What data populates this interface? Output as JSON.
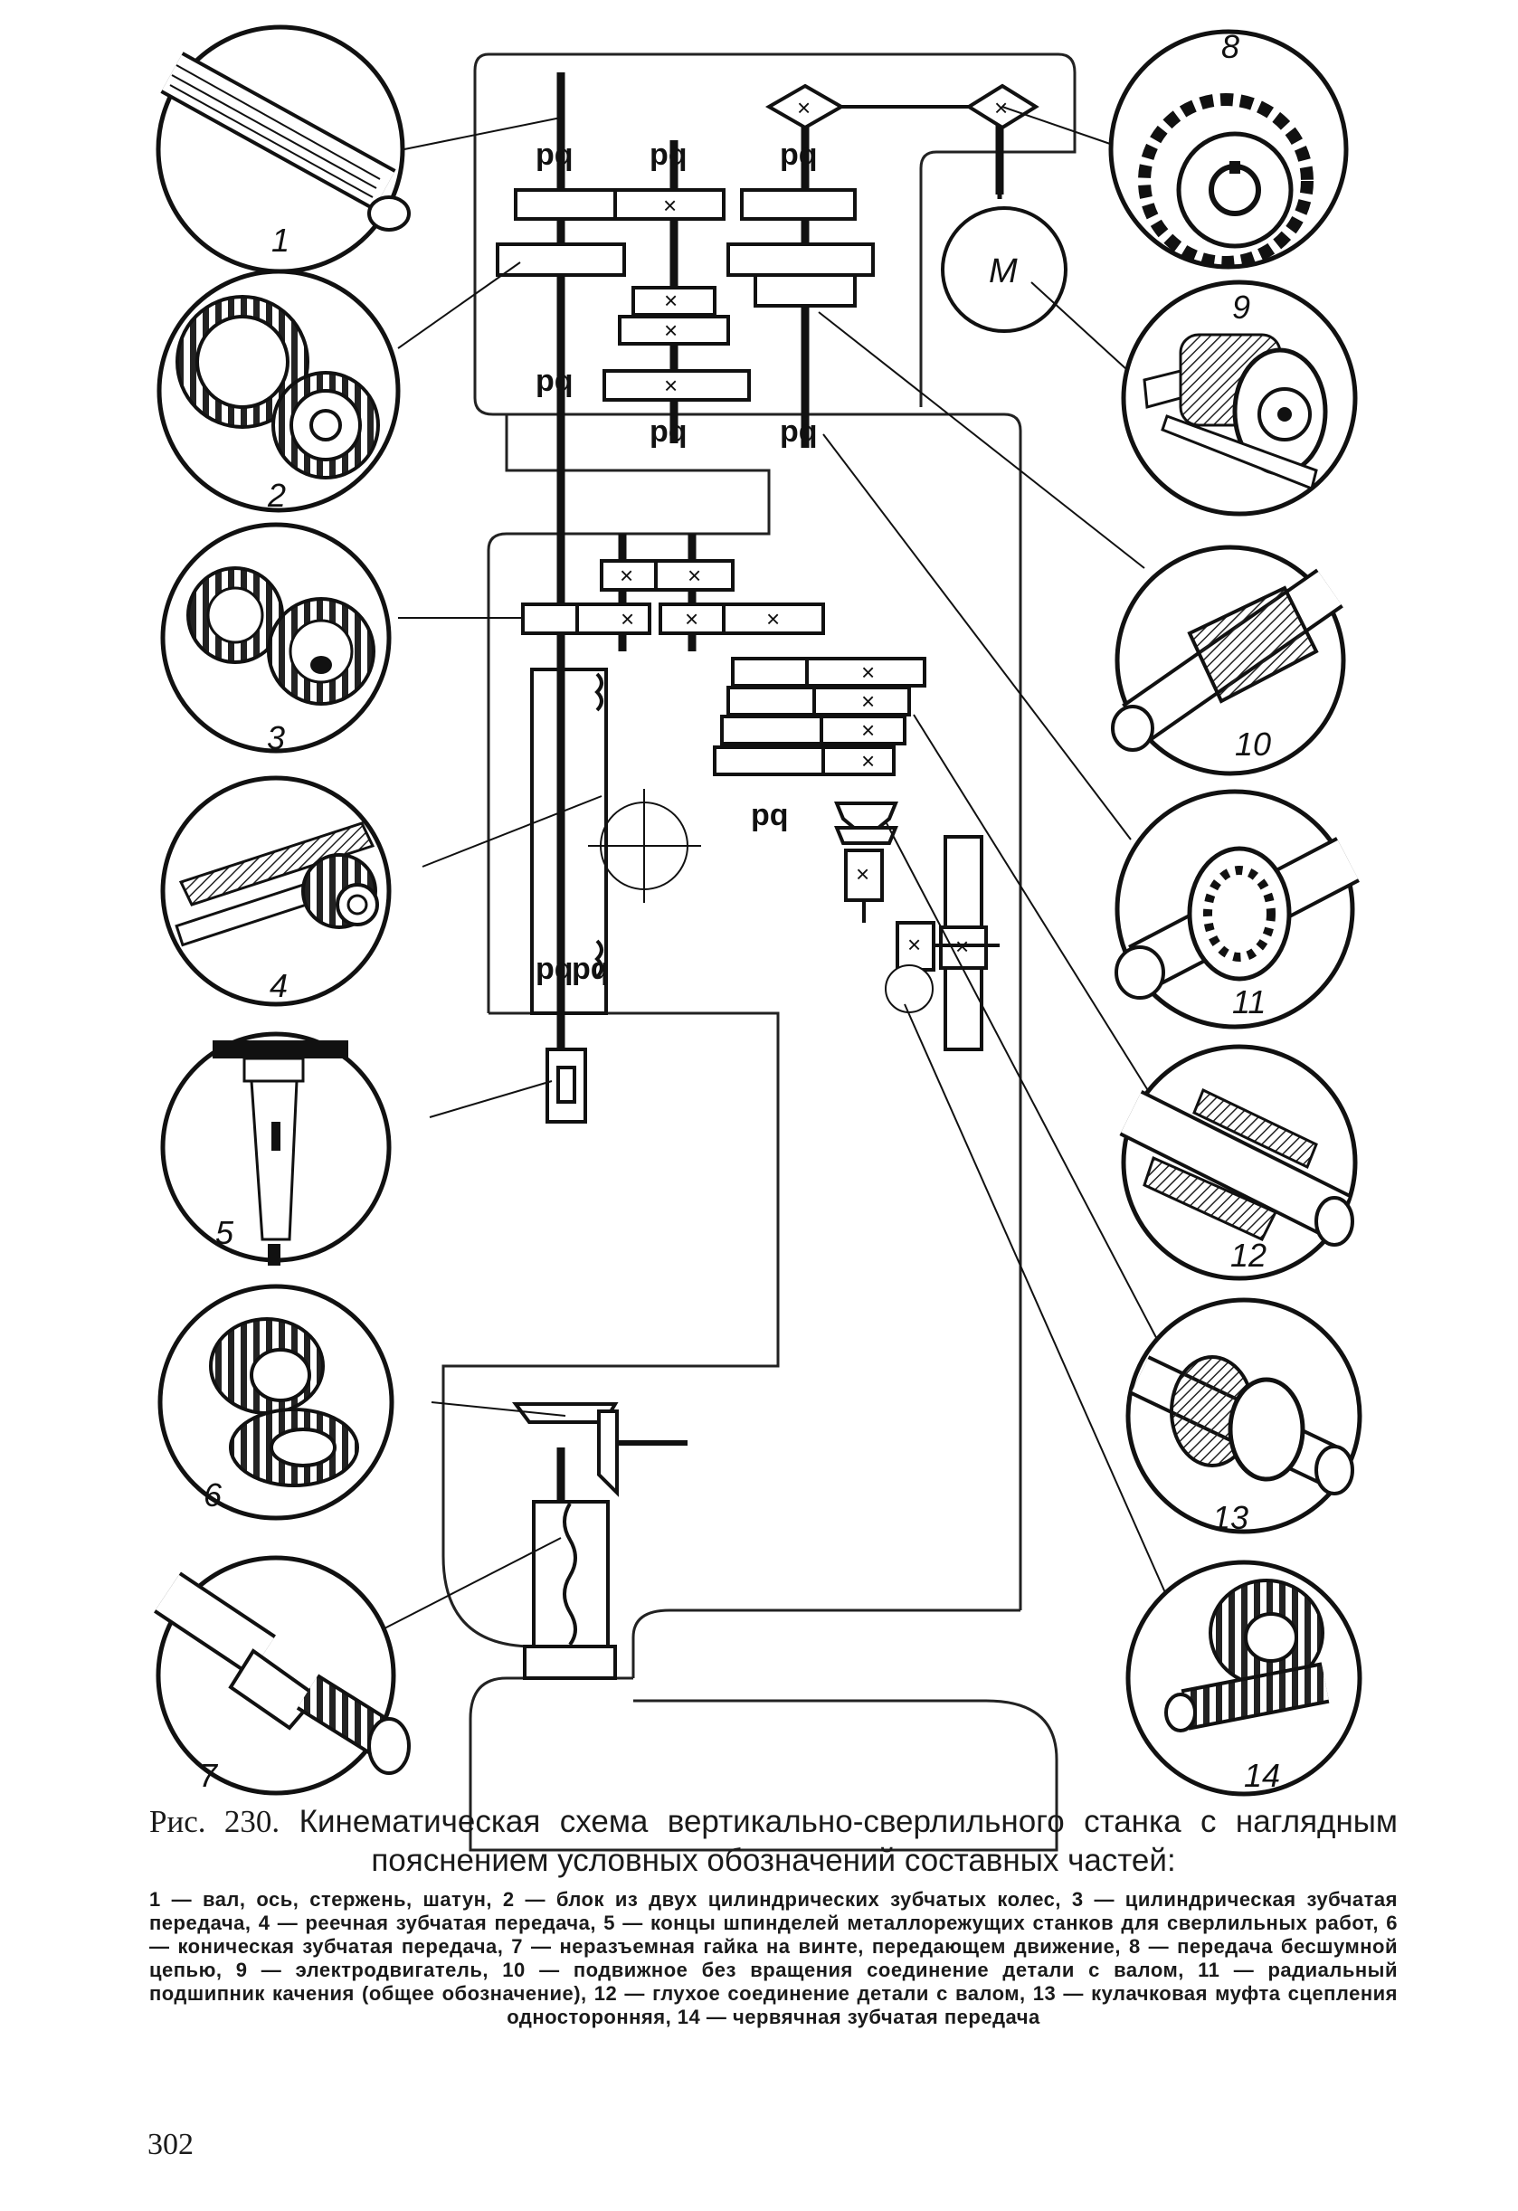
{
  "figure": {
    "caption_title": "Рис. 230.",
    "caption_text": "Кинематическая схема вертикально-сверлильного станка с наглядным пояснением условных обозначений составных частей:",
    "legend": "1 — вал, ось, стержень, шатун, 2 — блок из двух цилиндрических зубчатых колес, 3 — цилиндрическая зубчатая передача, 4 — реечная зубчатая передача, 5 — концы шпинделей металлорежущих станков для сверлильных работ, 6 — коническая зубчатая передача, 7 — неразъемная гайка на винте, передающем движение, 8 — передача бесшумной цепью, 9 — электродвигатель, 10 — подвижное без вращения соединение детали с валом, 11 — радиальный подшипник качения (общее обозначение), 12 — глухое соединение детали с валом, 13 — кулачковая муфта сцепления односторонняя, 14 — червячная зубчатая передача",
    "motor_label": "М",
    "bearing_symbols": [
      "pq",
      "pq",
      "pq",
      "pq",
      "pq",
      "pq",
      "pq",
      "pq",
      "pq"
    ],
    "circle_numbers": [
      "1",
      "2",
      "3",
      "4",
      "5",
      "6",
      "7",
      "8",
      "9",
      "10",
      "11",
      "12",
      "13",
      "14"
    ]
  },
  "page_number": "302"
}
